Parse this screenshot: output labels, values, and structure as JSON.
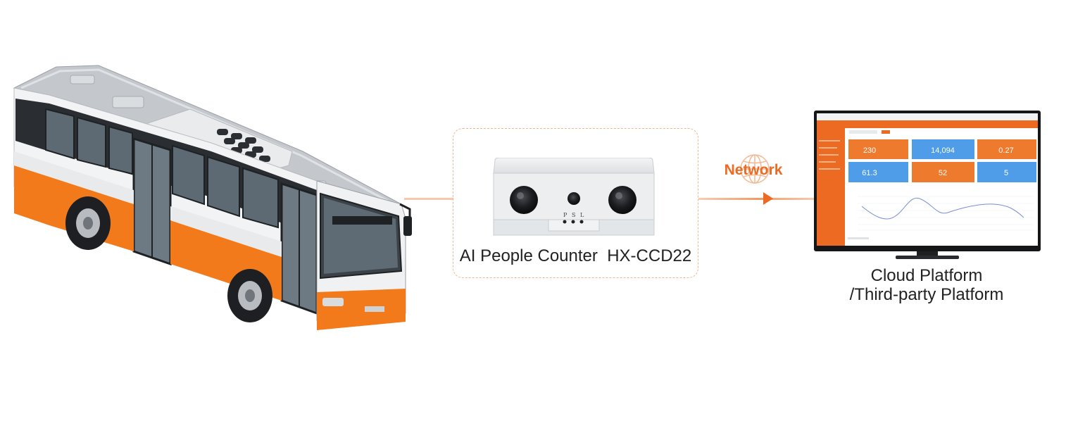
{
  "device": {
    "label": "AI People Counter  HX-CCD22",
    "indicator_letters": [
      "P",
      "S",
      "L"
    ]
  },
  "network": {
    "label": "Network"
  },
  "cloud": {
    "line1": "Cloud Platform",
    "line2": "/Third-party Platform"
  },
  "dashboard": {
    "stats": [
      {
        "value": "230"
      },
      {
        "value": "14,094"
      },
      {
        "value": "0.27"
      },
      {
        "value": "61.3"
      },
      {
        "value": "52"
      },
      {
        "value": "5"
      }
    ]
  },
  "colors": {
    "accent": "#ec6a22",
    "card_orange": "#ee7a2e",
    "card_blue": "#4f9de8",
    "bus_orange": "#f27a1a",
    "bus_silver": "#b7bcc2"
  }
}
